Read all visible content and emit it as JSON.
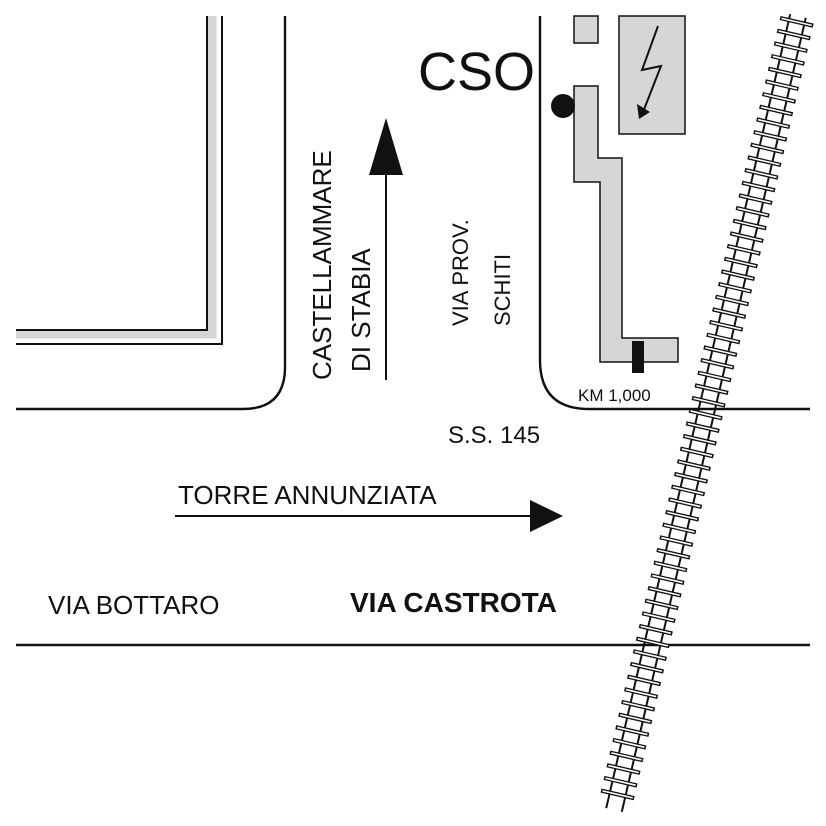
{
  "map": {
    "building_label": "CSO",
    "km_marker": "KM 1,000",
    "highway": "S.S. 145",
    "direction_east": "TORRE ANNUNZIATA",
    "direction_north_line1": "CASTELLAMMARE",
    "direction_north_line2": "DI STABIA",
    "street_provinciale_line1": "VIA PROV.",
    "street_provinciale_line2": "SCHITI",
    "street_south_west": "VIA BOTTARO",
    "street_south_east": "VIA CASTROTA"
  },
  "colors": {
    "ink": "#111111",
    "building_fill": "#d6d6d6",
    "background": "#ffffff"
  },
  "icons": {
    "substation": "lightning-bolt-icon",
    "marker": "location-dot-icon",
    "railway": "railway-track"
  }
}
